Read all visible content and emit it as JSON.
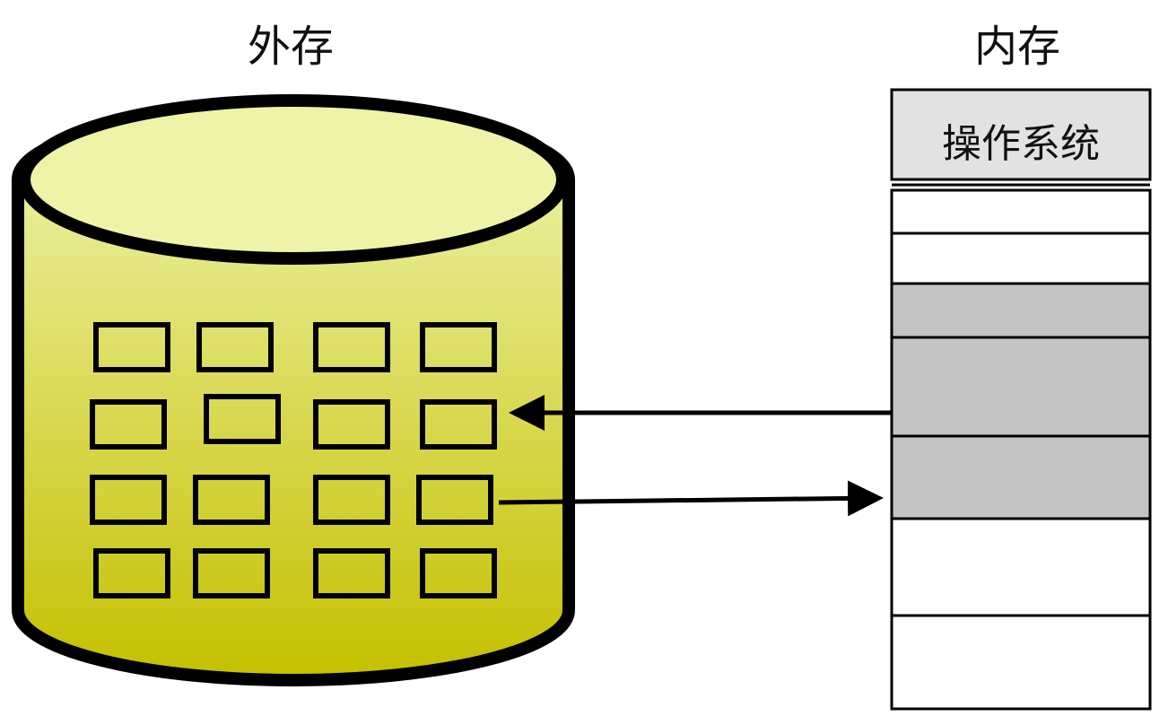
{
  "disk": {
    "title": "外存",
    "fill_top": "#f0f5b0",
    "fill_bottom": "#c4c000",
    "block_rows": 4,
    "block_cols": 4
  },
  "memory": {
    "title": "内存",
    "os_label": "操作系统",
    "os_fill": "#e2e2e2",
    "occupied_fill": "#c4c4c4",
    "free_fill": "#ffffff"
  },
  "arrows": [
    {
      "direction": "memory-to-disk"
    },
    {
      "direction": "disk-to-memory"
    }
  ]
}
